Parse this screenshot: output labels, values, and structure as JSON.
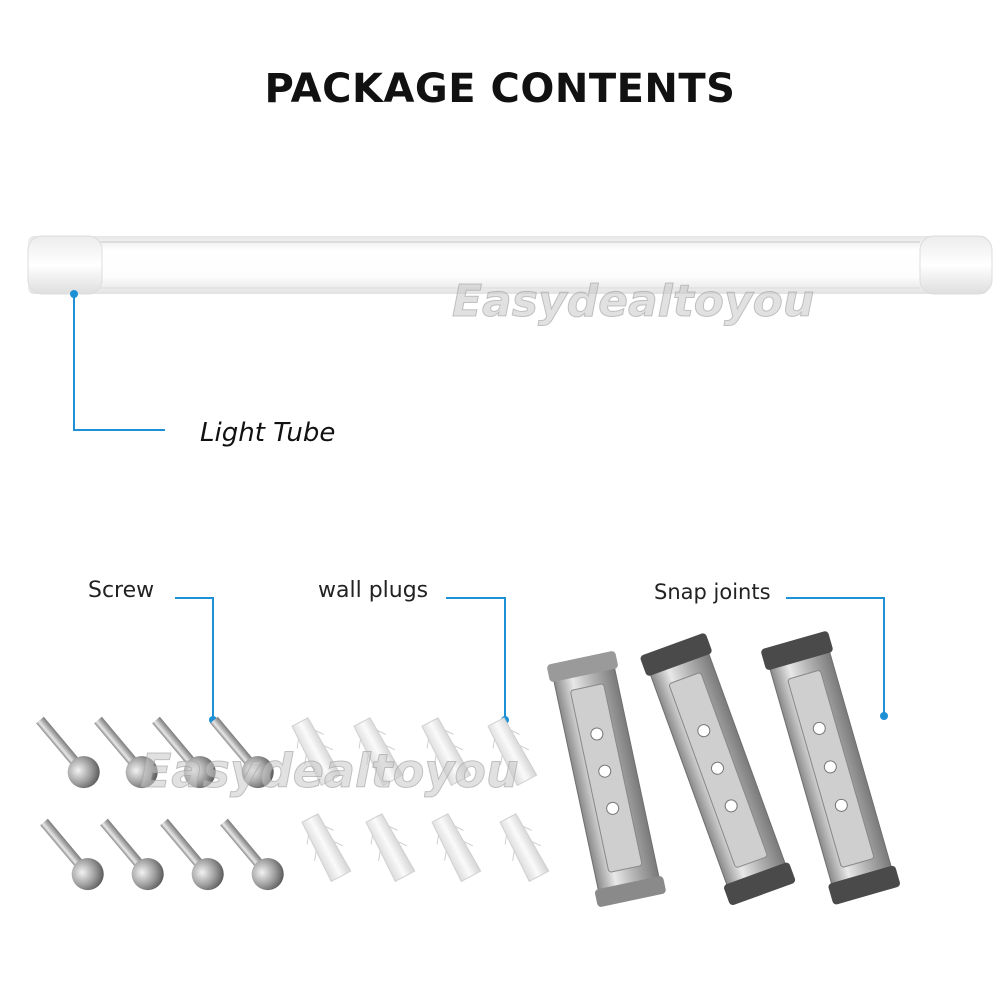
{
  "title": "PACKAGE CONTENTS",
  "labels": {
    "light_tube": "Light Tube",
    "screw": "Screw",
    "wall_plugs": "wall plugs",
    "snap_joints": "Snap joints"
  },
  "watermark": "Easydealtoyou",
  "colors": {
    "callout": "#1e90d6",
    "title": "#111111"
  },
  "counts": {
    "screws": 8,
    "wall_plugs": 8,
    "snap_joints": 3
  }
}
